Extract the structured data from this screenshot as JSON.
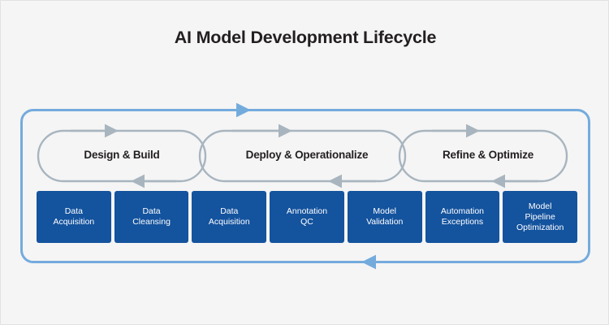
{
  "diagram": {
    "title": "AI Model Development Lifecycle",
    "background_color": "#f5f5f5",
    "accent_blue": "#14539e",
    "frame_blue": "#74abdd",
    "outline_gray": "#a8b5bf",
    "title_color": "#231f20",
    "phases": [
      {
        "label": "Design & Build"
      },
      {
        "label": "Deploy & Operationalize"
      },
      {
        "label": "Refine & Optimize"
      }
    ],
    "tasks": [
      {
        "label": "Data\nAcquisition"
      },
      {
        "label": "Data\nCleansing"
      },
      {
        "label": "Data\nAcquisition"
      },
      {
        "label": "Annotation\nQC"
      },
      {
        "label": "Model\nValidation"
      },
      {
        "label": "Automation\nExceptions"
      },
      {
        "label": "Model\nPipeline\nOptimization"
      }
    ],
    "flow": {
      "outer_loop_forward_direction": "right",
      "outer_loop_return_direction": "left",
      "phase_top_arrow_direction": "right",
      "phase_bottom_arrow_direction": "left"
    }
  }
}
